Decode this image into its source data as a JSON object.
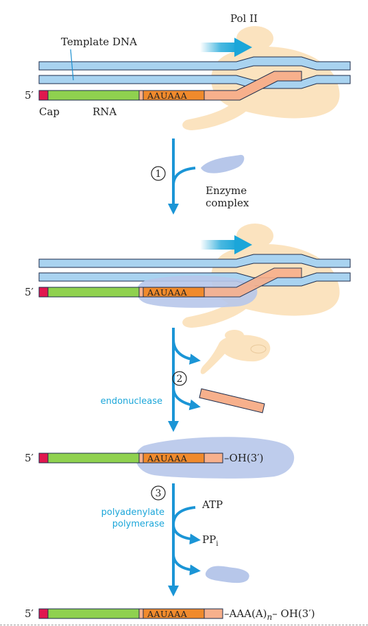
{
  "labels": {
    "pol2": "Pol II",
    "template_dna": "Template DNA",
    "five_prime": "5′",
    "cap": "Cap",
    "rna": "RNA",
    "aauaaa": "AAUAAA",
    "step1": "1",
    "step2": "2",
    "step3": "3",
    "enzyme1": "Enzyme",
    "enzyme2": "complex",
    "endonuclease": "endonuclease",
    "polyA1": "polyadenylate",
    "polyA2": "polymerase",
    "atp": "ATP",
    "ppi": "PP",
    "ppi_sub": "i",
    "oh3": "–OH(3′)",
    "tail_prefix": "–AAA(A)",
    "tail_n": "n",
    "tail_suffix": "– OH(3′)"
  },
  "colors": {
    "dna": "#a9d3f0",
    "rna": "#8fd14f",
    "cap": "#e0174e",
    "signal": "#f08a2c",
    "rna_tail": "#f7b08c",
    "pol": "#fbe3bf",
    "enzyme": "#b7c7ea",
    "arrow": "#1b95d6"
  }
}
